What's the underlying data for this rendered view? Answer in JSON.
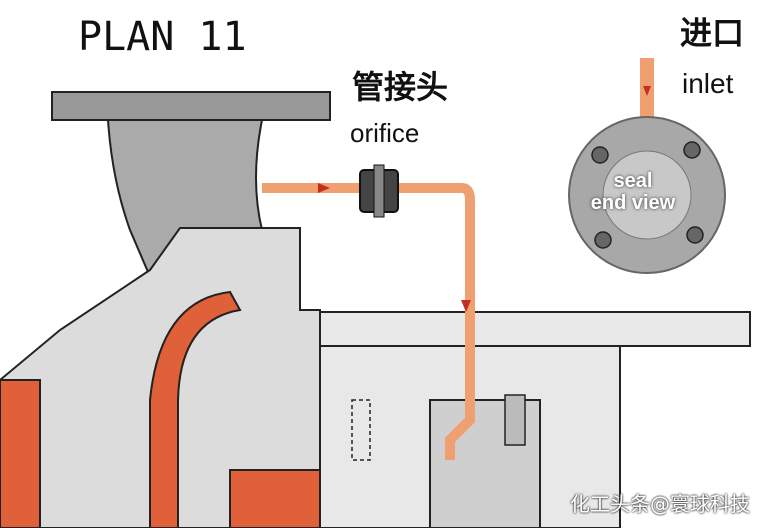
{
  "title": "PLAN 11",
  "orifice": {
    "label_cn": "管接头",
    "label_en": "orifice"
  },
  "inlet": {
    "label_cn": "进口",
    "label_en": "inlet"
  },
  "seal_end_view": {
    "line1": "seal",
    "line2": "end view"
  },
  "watermark": "化工头条@寰球科技",
  "colors": {
    "flow": "#f0a070",
    "casing": "#dcdcdc",
    "outline": "#222222",
    "hot": "#e0603a"
  }
}
